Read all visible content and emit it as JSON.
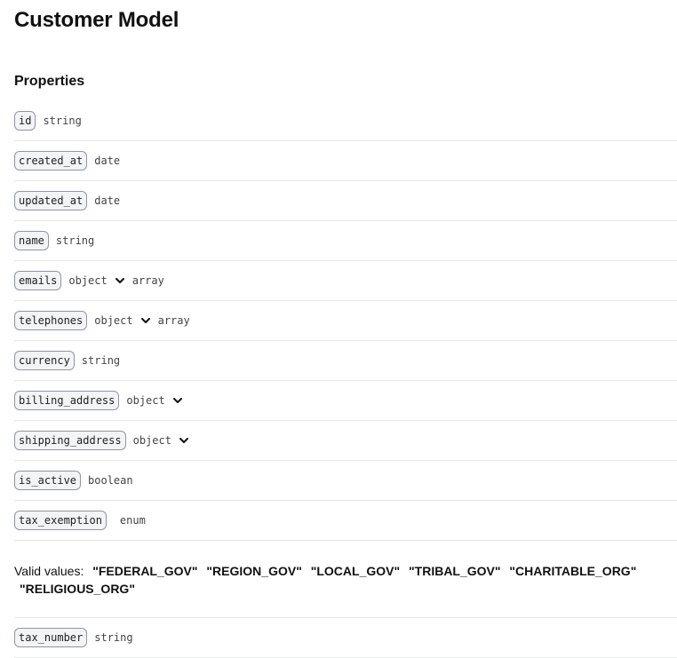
{
  "title": "Customer Model",
  "section_title": "Properties",
  "properties": [
    {
      "name": "id",
      "type": "string"
    },
    {
      "name": "created_at",
      "type": "date"
    },
    {
      "name": "updated_at",
      "type": "date"
    },
    {
      "name": "name",
      "type": "string"
    },
    {
      "name": "emails",
      "type": "object",
      "expand": true,
      "subtype": "array"
    },
    {
      "name": "telephones",
      "type": "object",
      "expand": true,
      "subtype": "array"
    },
    {
      "name": "currency",
      "type": "string"
    },
    {
      "name": "billing_address",
      "type": "object",
      "expand": true
    },
    {
      "name": "shipping_address",
      "type": "object",
      "expand": true
    },
    {
      "name": "is_active",
      "type": "boolean"
    },
    {
      "name": "tax_exemption",
      "type": "enum"
    }
  ],
  "valid_values_label": "Valid values:",
  "valid_values": [
    "\"FEDERAL_GOV\"",
    "\"REGION_GOV\"",
    "\"LOCAL_GOV\"",
    "\"TRIBAL_GOV\"",
    "\"CHARITABLE_ORG\"",
    "\"RELIGIOUS_ORG\""
  ],
  "after": [
    {
      "name": "tax_number",
      "type": "string"
    }
  ]
}
